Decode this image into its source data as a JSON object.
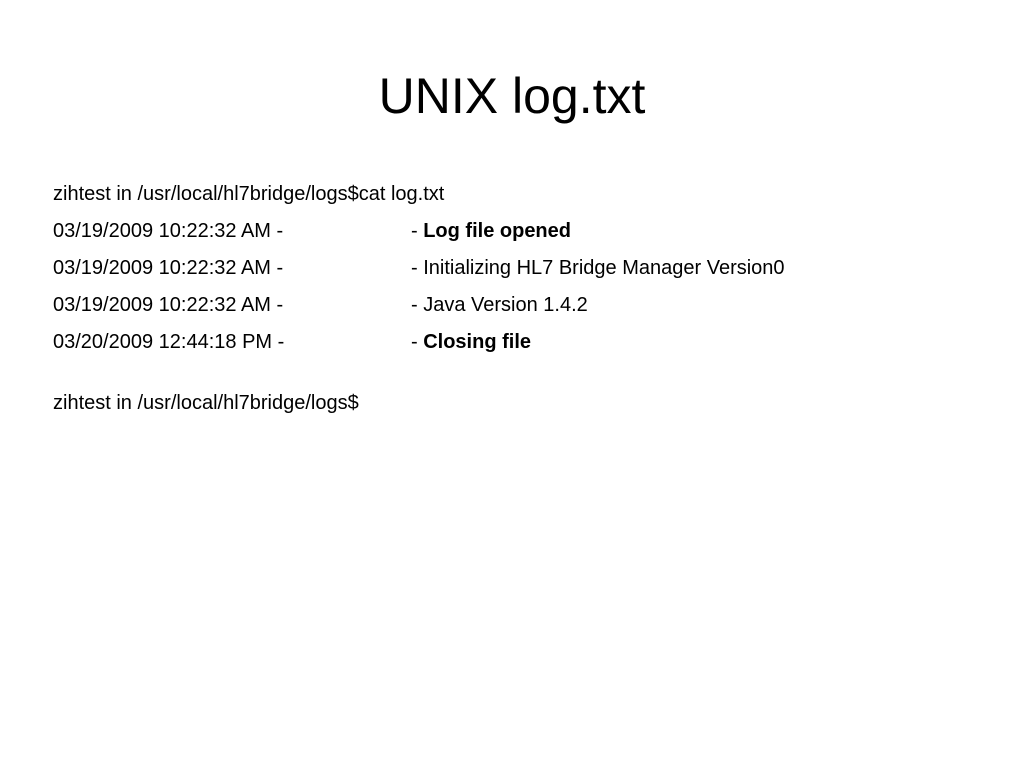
{
  "slide": {
    "title": "UNIX log.txt"
  },
  "terminal": {
    "command_line": "zihtest in /usr/local/hl7bridge/logs$cat log.txt",
    "entries": [
      {
        "timestamp": "03/19/2009 10:22:32 AM -",
        "dash": "- ",
        "message": "Log file opened",
        "bold": true
      },
      {
        "timestamp": "03/19/2009 10:22:32 AM -",
        "dash": "- ",
        "message": "Initializing HL7 Bridge Manager Version0",
        "bold": false
      },
      {
        "timestamp": "03/19/2009 10:22:32 AM -",
        "dash": "- ",
        "message": "Java Version 1.4.2",
        "bold": false
      },
      {
        "timestamp": "03/20/2009 12:44:18 PM -",
        "dash": "- ",
        "message": "Closing file",
        "bold": true
      }
    ],
    "prompt_line": "zihtest in /usr/local/hl7bridge/logs$"
  }
}
